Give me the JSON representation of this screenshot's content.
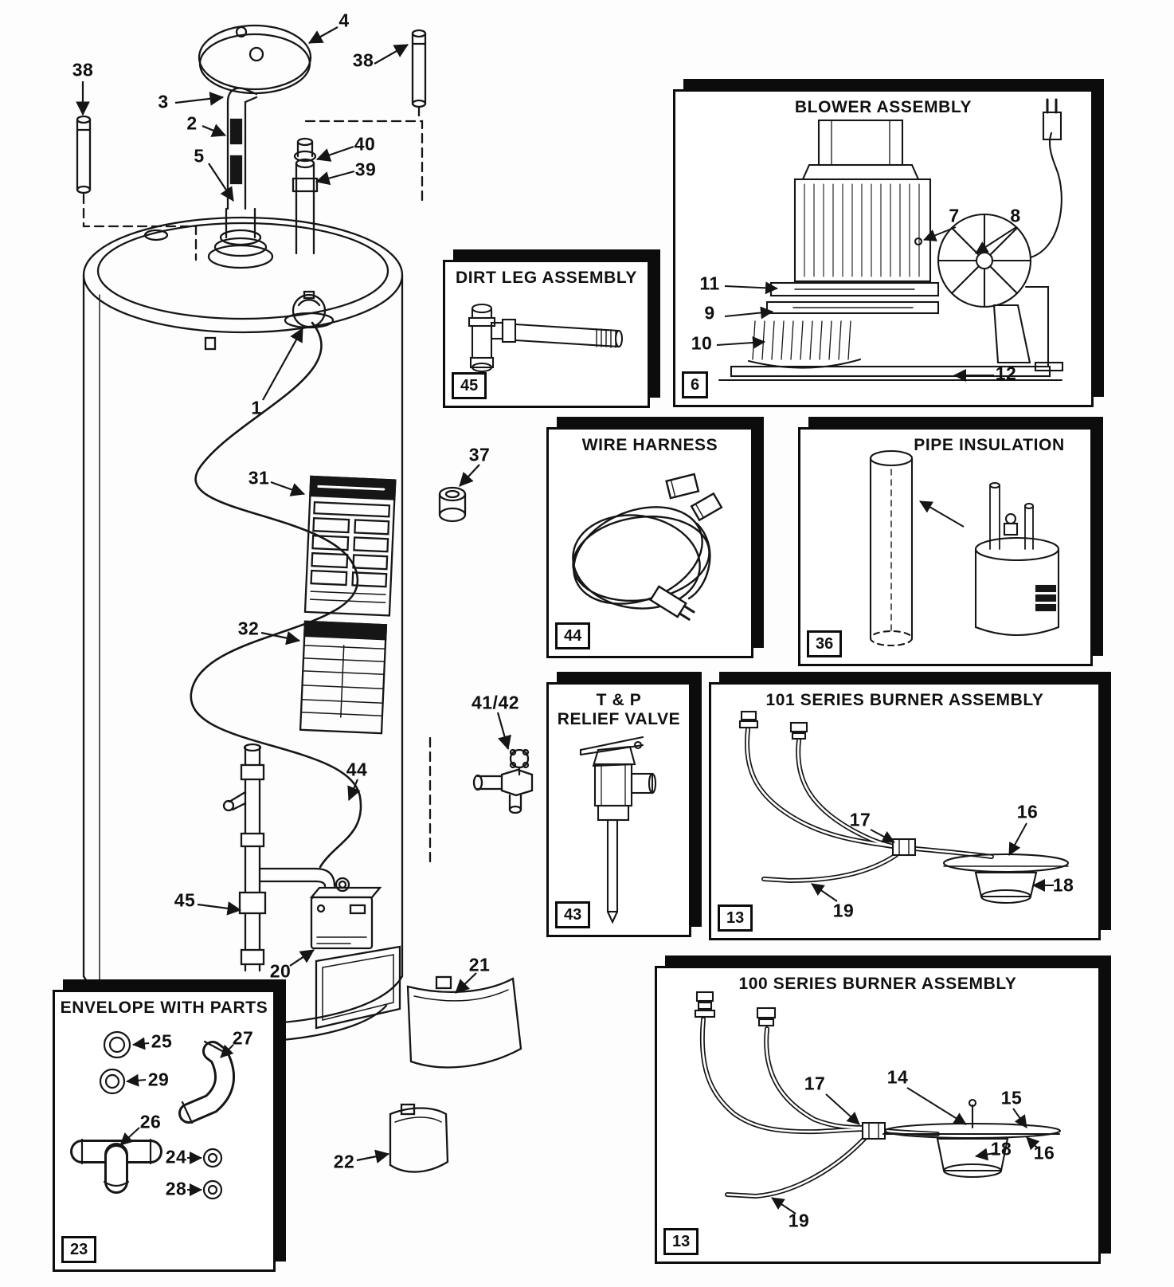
{
  "main": {
    "callouts": [
      {
        "label": "4"
      },
      {
        "label": "38"
      },
      {
        "label": "38"
      },
      {
        "label": "3"
      },
      {
        "label": "2"
      },
      {
        "label": "5"
      },
      {
        "label": "40"
      },
      {
        "label": "39"
      },
      {
        "label": "1"
      },
      {
        "label": "37"
      },
      {
        "label": "31"
      },
      {
        "label": "32"
      },
      {
        "label": "41/42"
      },
      {
        "label": "44"
      },
      {
        "label": "45"
      },
      {
        "label": "20"
      },
      {
        "label": "21"
      },
      {
        "label": "22"
      }
    ]
  },
  "boxes": [
    {
      "number": "6",
      "title": "BLOWER ASSEMBLY",
      "callouts": [
        {
          "label": "7"
        },
        {
          "label": "8"
        },
        {
          "label": "11"
        },
        {
          "label": "9"
        },
        {
          "label": "10"
        },
        {
          "label": "12"
        }
      ]
    },
    {
      "number": "45",
      "title": "DIRT LEG ASSEMBLY",
      "callouts": []
    },
    {
      "number": "44",
      "title": "WIRE HARNESS",
      "callouts": []
    },
    {
      "number": "36",
      "title": "PIPE INSULATION",
      "callouts": []
    },
    {
      "number": "43",
      "title": "T & P\nRELIEF VALVE",
      "callouts": []
    },
    {
      "number": "13",
      "title": "101 SERIES BURNER ASSEMBLY",
      "callouts": [
        {
          "label": "17"
        },
        {
          "label": "16"
        },
        {
          "label": "18"
        },
        {
          "label": "19"
        }
      ]
    },
    {
      "number": "13",
      "title": "100 SERIES BURNER ASSEMBLY",
      "callouts": [
        {
          "label": "17"
        },
        {
          "label": "14"
        },
        {
          "label": "15"
        },
        {
          "label": "18"
        },
        {
          "label": "16"
        },
        {
          "label": "19"
        }
      ]
    },
    {
      "number": "23",
      "title": "ENVELOPE WITH PARTS",
      "callouts": [
        {
          "label": "25"
        },
        {
          "label": "27"
        },
        {
          "label": "29"
        },
        {
          "label": "26"
        },
        {
          "label": "24"
        },
        {
          "label": "28"
        }
      ]
    }
  ]
}
